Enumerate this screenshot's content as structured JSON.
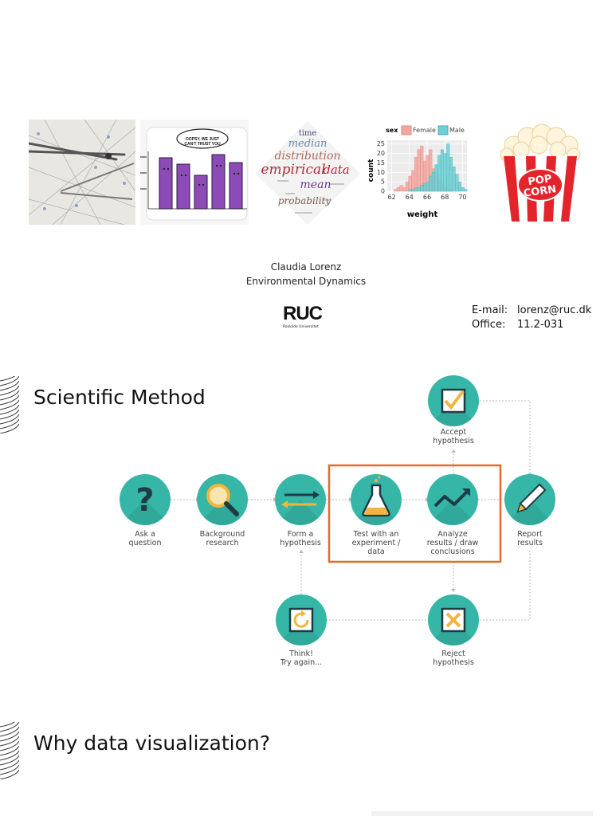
{
  "images": {
    "sticker_text": "OOPSY, WE JUST CAN'T TRUST YOU",
    "wordcloud_words": [
      "time",
      "median",
      "distribution",
      "empirical",
      "data",
      "mean",
      "probability"
    ],
    "popcorn_text": [
      "POP",
      "CORN"
    ]
  },
  "chart_data": {
    "type": "histogram",
    "title": "",
    "xlabel": "weight",
    "ylabel": "count",
    "legend_title": "sex",
    "legend_position": "top",
    "x_ticks": [
      62,
      64,
      66,
      68,
      70
    ],
    "y_ticks": [
      0,
      5,
      10,
      15,
      20,
      25
    ],
    "xlim": [
      61.5,
      70.5
    ],
    "ylim": [
      0,
      27
    ],
    "bin_start": 61.6,
    "bin_width": 0.33,
    "series": [
      {
        "name": "Female",
        "color": "#f4a6a0",
        "values": [
          0,
          0,
          1,
          2,
          3,
          2,
          5,
          8,
          11,
          18,
          22,
          24,
          16,
          19,
          22,
          12,
          10,
          6,
          4,
          2,
          1,
          1,
          0,
          0,
          0,
          0,
          0
        ]
      },
      {
        "name": "Male",
        "color": "#6fcfd3",
        "values": [
          0,
          0,
          0,
          0,
          0,
          0,
          0,
          1,
          1,
          2,
          2,
          3,
          4,
          5,
          8,
          10,
          14,
          19,
          22,
          20,
          25,
          18,
          13,
          9,
          5,
          2,
          1
        ]
      }
    ]
  },
  "author": {
    "name": "Claudia Lorenz",
    "department": "Environmental Dynamics"
  },
  "logo": {
    "text": "RUC",
    "subtitle": "Roskilde Universitet"
  },
  "contact": {
    "email_label": "E-mail:",
    "email_value": "lorenz@ruc.dk",
    "office_label": "Office:",
    "office_value": "11.2-031"
  },
  "sections": {
    "scientific_method": "Scientific Method",
    "why_dataviz": "Why data visualization?"
  },
  "diagram": {
    "steps": {
      "ask": "Ask a\nquestion",
      "research": "Background\nresearch",
      "hypothesis": "Form a\nhypothesis",
      "test": "Test with an\nexperiment /\ndata",
      "analyze": "Analyze\nresults / draw\nconclusions",
      "report": "Report\nresults",
      "accept": "Accept\nhypothesis",
      "reject": "Reject\nhypothesis",
      "think": "Think!\nTry again..."
    },
    "colors": {
      "teal": "#35b6a6",
      "highlight": "#e36c2a",
      "icon_dark": "#1f3b45",
      "icon_gold": "#f2b540"
    }
  }
}
